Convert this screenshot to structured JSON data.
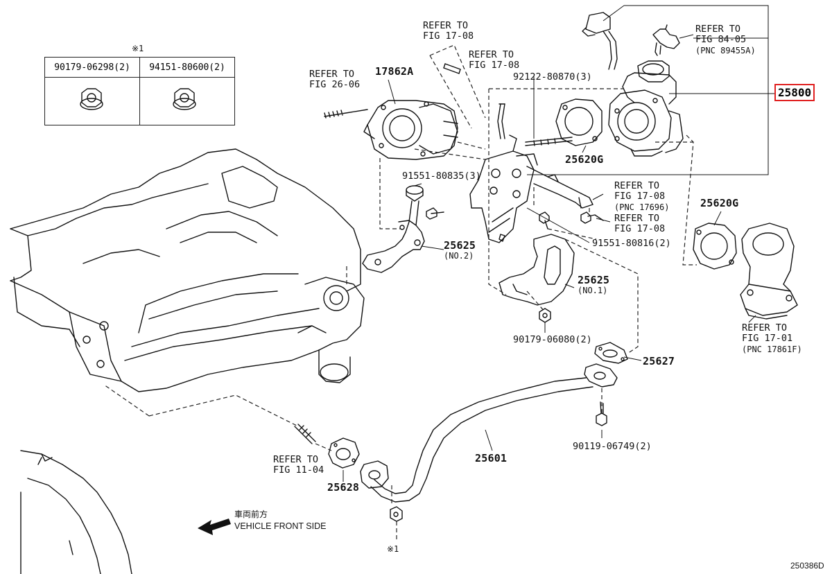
{
  "legend": {
    "note_mark": "※1",
    "part_a": "90179-06298(2)",
    "part_b": "94151-80600(2)"
  },
  "labels": {
    "ref_17_08_top": [
      "REFER TO",
      "FIG 17-08"
    ],
    "ref_17_08_mid": [
      "REFER TO",
      "FIG 17-08"
    ],
    "ref_84_05": [
      "REFER TO",
      "FIG 84-05",
      "(PNC 89455A)"
    ],
    "ref_26_06": [
      "REFER TO",
      "FIG 26-06"
    ],
    "ref_17_08_a": [
      "REFER TO",
      "FIG 17-08",
      "(PNC 17696)"
    ],
    "ref_17_08_b": [
      "REFER TO",
      "FIG 17-08"
    ],
    "ref_17_01": [
      "REFER TO",
      "FIG 17-01",
      "(PNC 17861F)"
    ],
    "ref_11_04": [
      "REFER TO",
      "FIG 11-04"
    ],
    "p_17862a": "17862A",
    "p_92122": "92122-80870(3)",
    "p_25800": "25800",
    "p_25620g_a": "25620G",
    "p_25620g_b": "25620G",
    "p_91551_a": "91551-80835(3)",
    "p_91551_b": "91551-80816(2)",
    "p_25625_no2": "25625",
    "p_25625_no2_sub": "(NO.2)",
    "p_25625_no1": "25625",
    "p_25625_no1_sub": "(NO.1)",
    "p_90179": "90179-06080(2)",
    "p_25627": "25627",
    "p_90119": "90119-06749(2)",
    "p_25601": "25601",
    "p_25628": "25628",
    "note_bottom": "※1",
    "front_jp": "車両前方",
    "front_en": "VEHICLE FRONT SIDE",
    "fig_code": "250386D"
  },
  "highlight_color": "#e02020"
}
